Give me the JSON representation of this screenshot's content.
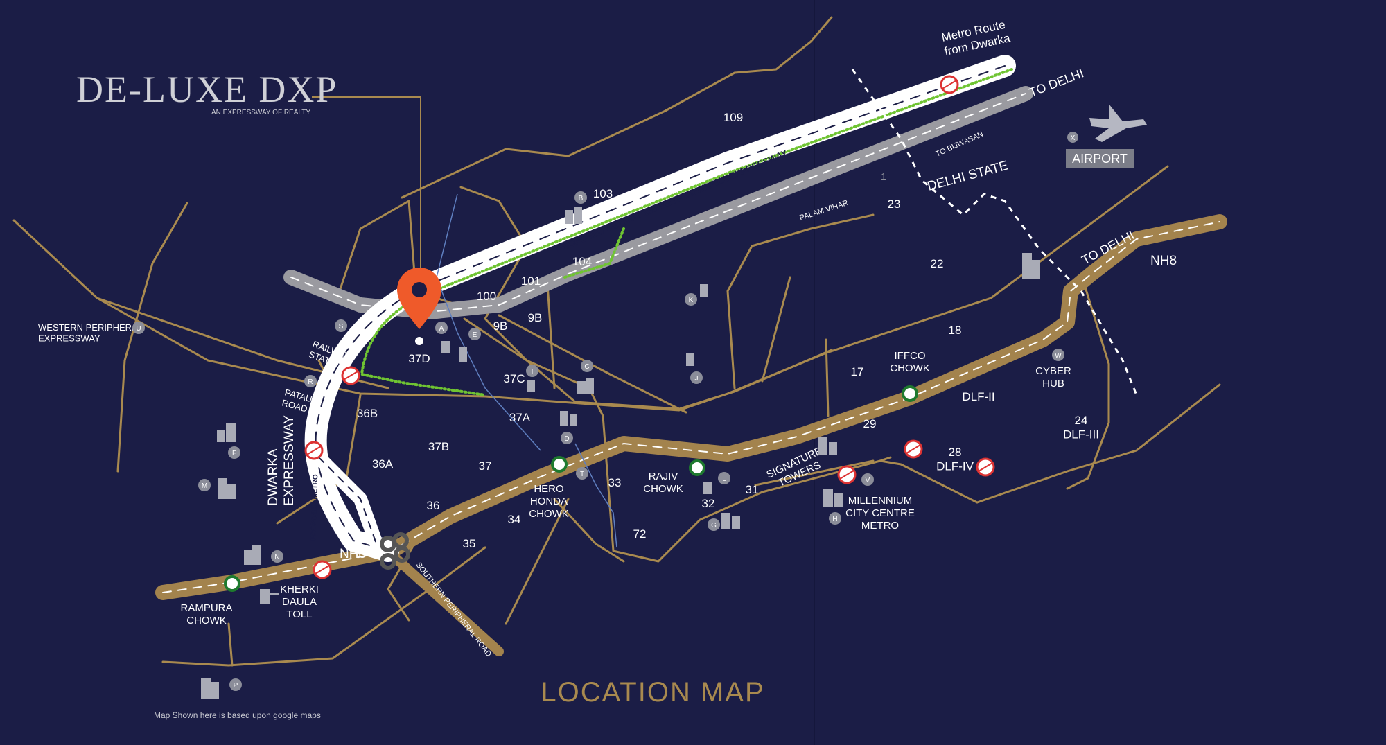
{
  "brand": {
    "name": "DE-LUXE DXP",
    "tagline": "AN EXPRESSWAY OF REALTY"
  },
  "map_title": "LOCATION MAP",
  "disclaimer": "Map Shown here is based upon google maps",
  "colors": {
    "background": "#1b1d46",
    "road": "#a98a4f",
    "highway": "#a3834d",
    "marker": "#ef5a2a",
    "green_belt": "#6fc432",
    "metro": "#ffffff"
  },
  "roads": {
    "metro_expressway": "PROPOSED METRO / 150 METRE DWARKA EXPRESSWAY",
    "metro_route": "Metro Route\nfrom Dwarka",
    "to_delhi_top": "TO DELHI",
    "to_delhi_nh8": "TO DELHI",
    "nh8_right": "NH8",
    "nh8_left": "NH8",
    "to_bijwasan": "TO BIJWASAN",
    "delhi_state": "DELHI STATE",
    "palam_vihar": "PALAM VIHAR",
    "dwarka_expressway": "DWARKA\nEXPRESSWAY",
    "proposed_metro": "PROPOSED METRO",
    "southern_peripheral": "SOUTHERN PERIPHERAL ROAD",
    "western_peripheral": "WESTERN PERIPHERAL\nEXPRESSWAY",
    "railway_station": "RAILWAY\nSTATION",
    "pataudi_road": "PATAUDI\nROAD"
  },
  "airport": {
    "label": "AIRPORT",
    "marker": "X"
  },
  "sectors": [
    "109",
    "103",
    "104",
    "101",
    "100",
    "9B",
    "9B",
    "37D",
    "37C",
    "37A",
    "36B",
    "36A",
    "37B",
    "37",
    "36",
    "35",
    "34",
    "33",
    "72",
    "32",
    "31",
    "29",
    "17",
    "23",
    "22",
    "18",
    "24\nDLF-III",
    "28\nDLF-IV",
    "DLF-II",
    "1"
  ],
  "chowks": [
    "IFFCO\nCHOWK",
    "RAJIV\nCHOWK",
    "HERO\nHONDA\nCHOWK",
    "RAMPURA\nCHOWK",
    "KHERKI\nDAULA\nTOLL"
  ],
  "places": [
    "CYBER\nHUB",
    "SIGNATURE\nTOWERS",
    "MILLENNIUM\nCITY CENTRE\nMETRO"
  ],
  "landmarks": [
    "A",
    "B",
    "C",
    "D",
    "E",
    "F",
    "G",
    "H",
    "I",
    "J",
    "K",
    "L",
    "M",
    "N",
    "P",
    "R",
    "S",
    "T",
    "U",
    "V",
    "W"
  ]
}
